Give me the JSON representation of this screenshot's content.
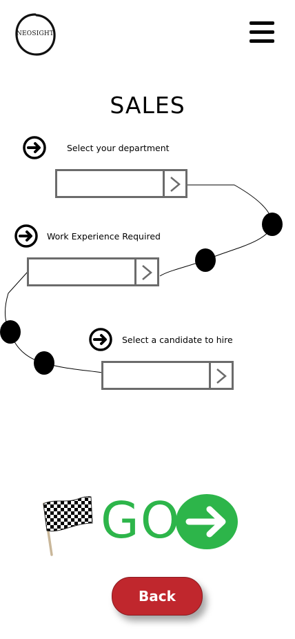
{
  "brand": {
    "logo_text": "NEOSIGHT"
  },
  "page": {
    "title": "SALES"
  },
  "steps": [
    {
      "label": "Select your department",
      "value": ""
    },
    {
      "label": "Work Experience Required",
      "value": ""
    },
    {
      "label": "Select a candidate to hire",
      "value": ""
    }
  ],
  "go": {
    "label": "GO"
  },
  "footer": {
    "back_label": "Back"
  },
  "colors": {
    "go_green": "#2db54a",
    "back_red": "#c0272d",
    "box_border": "#6b6b6b"
  },
  "icons": [
    "menu-icon",
    "arrow-right-circle-icon",
    "chevron-right-icon",
    "checkered-flag-icon"
  ]
}
